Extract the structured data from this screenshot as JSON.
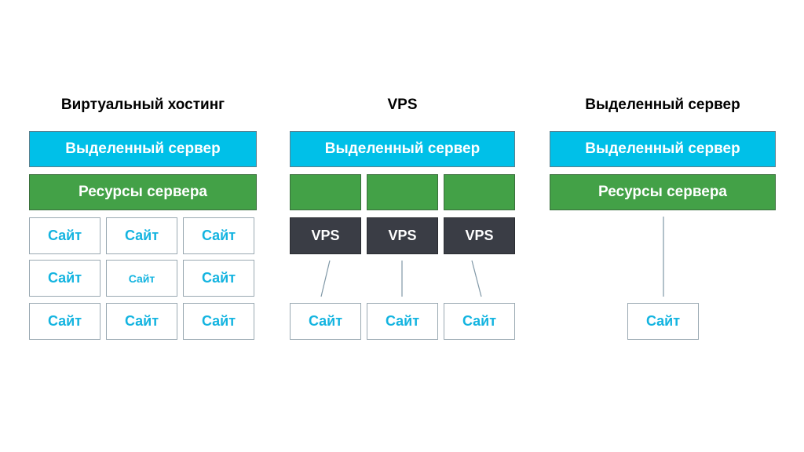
{
  "colors": {
    "server": "#00c0e8",
    "resources": "#43a147",
    "vps": "#3a3d45",
    "site_text": "#14b4e0"
  },
  "shared": {
    "heading": "Виртуальный хостинг",
    "server": "Выделенный сервер",
    "resources": "Ресурсы сервера",
    "sites": [
      "Сайт",
      "Сайт",
      "Сайт",
      "Сайт",
      "Сайт",
      "Сайт",
      "Сайт",
      "Сайт",
      "Сайт"
    ]
  },
  "vps": {
    "heading": "VPS",
    "server": "Выделенный сервер",
    "vps_labels": [
      "VPS",
      "VPS",
      "VPS"
    ],
    "sites": [
      "Сайт",
      "Сайт",
      "Сайт"
    ]
  },
  "dedicated": {
    "heading": "Выделенный сервер",
    "server": "Выделенный сервер",
    "resources": "Ресурсы сервера",
    "site": "Сайт"
  }
}
